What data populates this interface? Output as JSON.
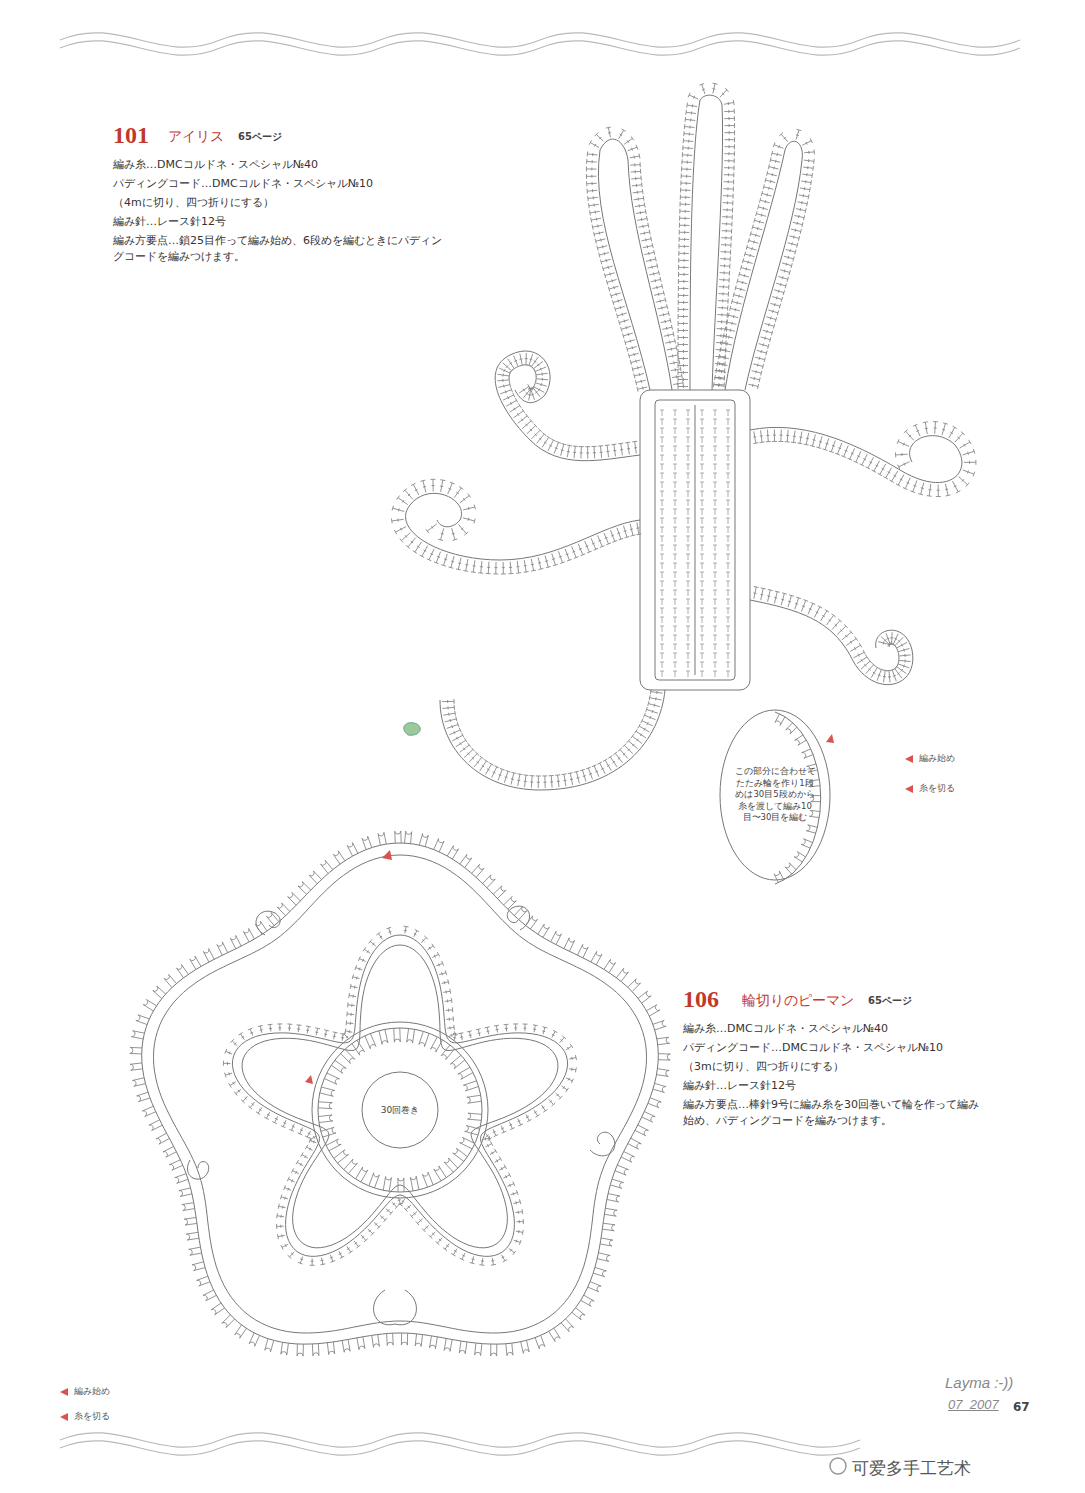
{
  "diagram": {
    "nodes": [
      {
        "text": [
          "この部分に合わせてたたみ輪を作り1段めは30目5段めから糸を渡して編み10目〜30目を編む"
        ]
      },
      {
        "text": [
          "30回巻き"
        ]
      }
    ],
    "labels": [
      "101",
      "アイリス",
      "65ページ",
      "編み糸…DMCコルドネ・スペシャル№40",
      "パディングコード…DMCコルドネ・スペシャル№10",
      "（4mに切り、四つ折りにする）",
      "編み針…レース針12号",
      "編み方要点…鎖25目作って編み始め、6段めを編むときにパディングコードを編みつけます。",
      "106",
      "輪切りのピーマン",
      "65ページ",
      "編み糸…DMCコルドネ・スペシャル№40",
      "パディングコード…DMCコルドネ・スペシャル№10",
      "（3mに切り、四つ折りにする）",
      "編み針…レース針12号",
      "編み方要点…棒針9号に編み糸を30回巻いて輪を作って編み始め、パディングコードを編みつけます。",
      "Layma :-))",
      "07_2007",
      "67",
      "可爱多手工艺术"
    ],
    "legend": [
      {
        "text": "編み始め"
      },
      {
        "text": "糸を切る"
      },
      {
        "text": "編み始め"
      },
      {
        "text": "糸を切る"
      }
    ]
  }
}
